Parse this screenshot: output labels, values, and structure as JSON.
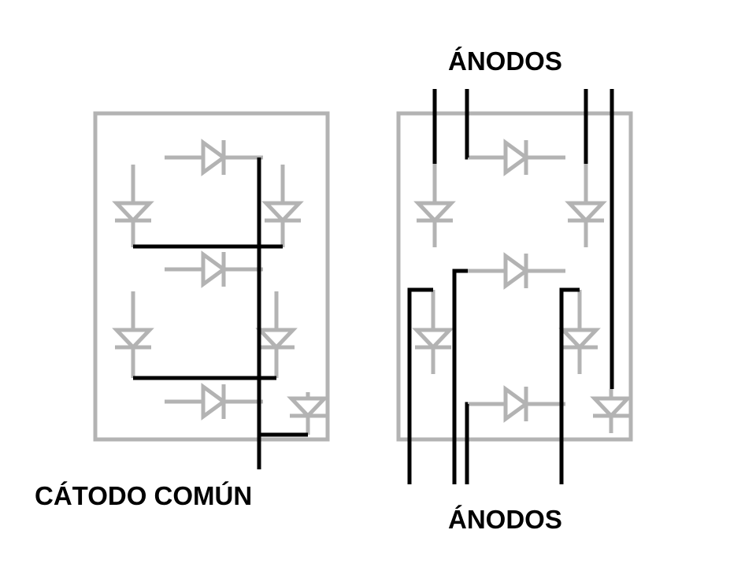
{
  "labels": {
    "anodes_top": "ÁNODOS",
    "anodes_bottom": "ÁNODOS",
    "common_cathode": "CÁTODO COMÚN"
  },
  "colors": {
    "component": "#b3b3b3",
    "wire": "#000000"
  },
  "panels": [
    {
      "name": "common-cathode-display",
      "diode_count": 8
    },
    {
      "name": "common-anode-display",
      "diode_count": 8
    }
  ]
}
